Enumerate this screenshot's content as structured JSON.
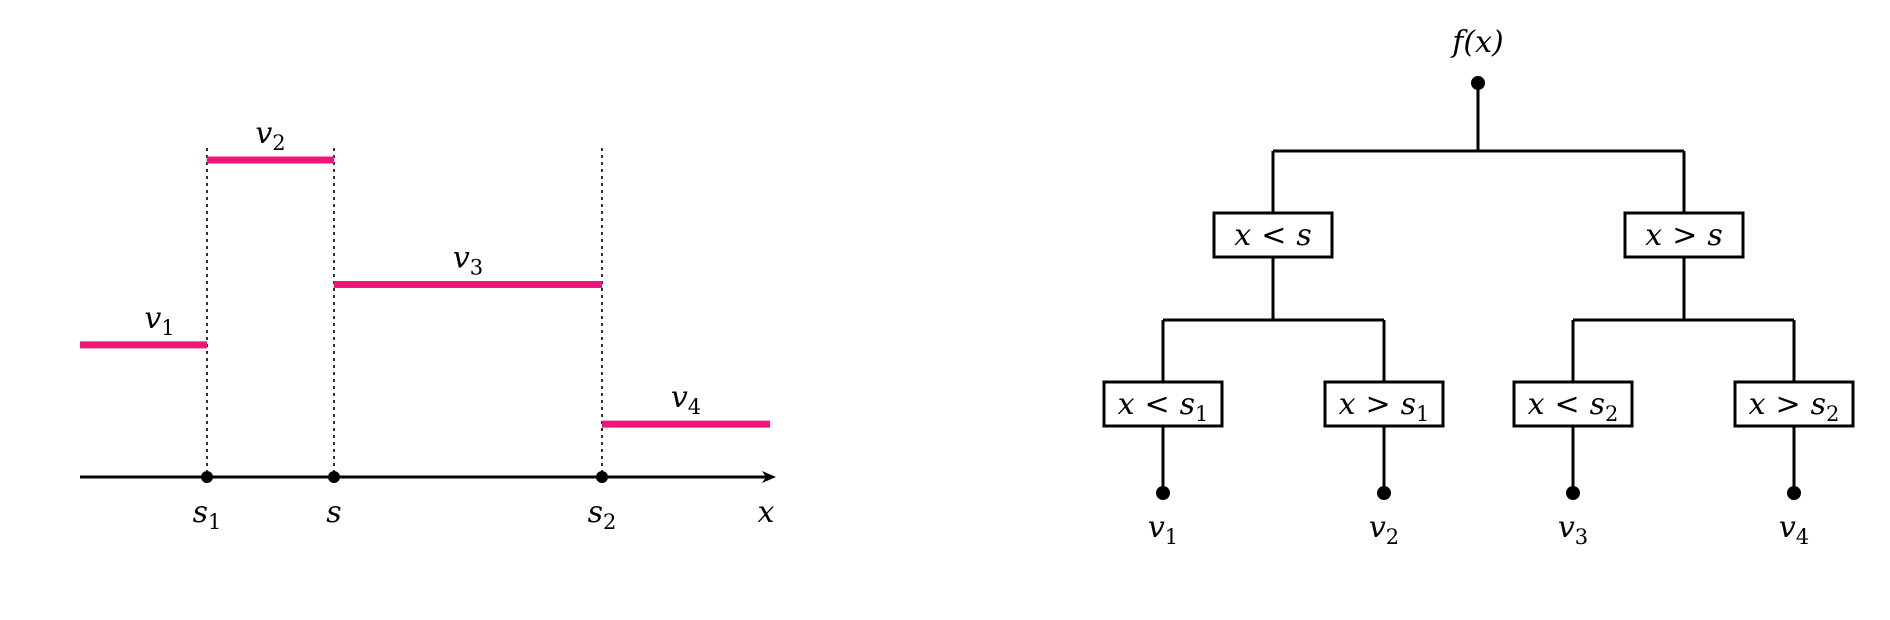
{
  "colors": {
    "step": "#f0157a",
    "ink": "#000000"
  },
  "step_plot": {
    "axis_label": "x",
    "breakpoints": [
      {
        "name": "s",
        "sub": "1"
      },
      {
        "name": "s",
        "sub": ""
      },
      {
        "name": "s",
        "sub": "2"
      }
    ],
    "segments": [
      {
        "name": "v",
        "sub": "1",
        "level": 0.35
      },
      {
        "name": "v",
        "sub": "2",
        "level": 0.84
      },
      {
        "name": "v",
        "sub": "3",
        "level": 0.51
      },
      {
        "name": "v",
        "sub": "4",
        "level": 0.14
      }
    ]
  },
  "tree": {
    "root_label": "f(x)",
    "level1": [
      {
        "var": "x",
        "op": "<",
        "name": "s",
        "sub": ""
      },
      {
        "var": "x",
        "op": ">",
        "name": "s",
        "sub": ""
      }
    ],
    "level2": [
      {
        "var": "x",
        "op": "<",
        "name": "s",
        "sub": "1"
      },
      {
        "var": "x",
        "op": ">",
        "name": "s",
        "sub": "1"
      },
      {
        "var": "x",
        "op": "<",
        "name": "s",
        "sub": "2"
      },
      {
        "var": "x",
        "op": ">",
        "name": "s",
        "sub": "2"
      }
    ],
    "leaves": [
      {
        "name": "v",
        "sub": "1"
      },
      {
        "name": "v",
        "sub": "2"
      },
      {
        "name": "v",
        "sub": "3"
      },
      {
        "name": "v",
        "sub": "4"
      }
    ]
  }
}
